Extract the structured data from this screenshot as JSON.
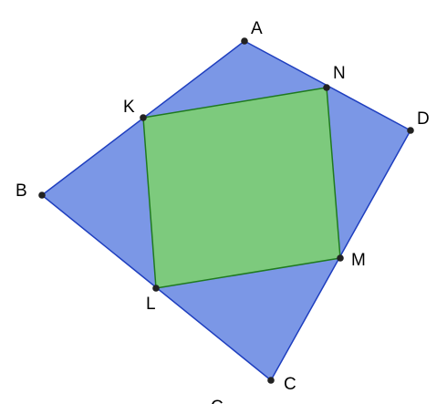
{
  "diagram": {
    "points": {
      "A": "A",
      "B": "B",
      "C": "C",
      "D": "D",
      "K": "K",
      "L": "L",
      "M": "M",
      "N": "N"
    },
    "bottom_edge_fragment": "C",
    "colors": {
      "outer_fill": "#7b97e6",
      "outer_stroke": "#1f3fbf",
      "inner_fill": "#7dca7d",
      "inner_stroke": "#1f7a1f",
      "point": "#222222"
    }
  }
}
